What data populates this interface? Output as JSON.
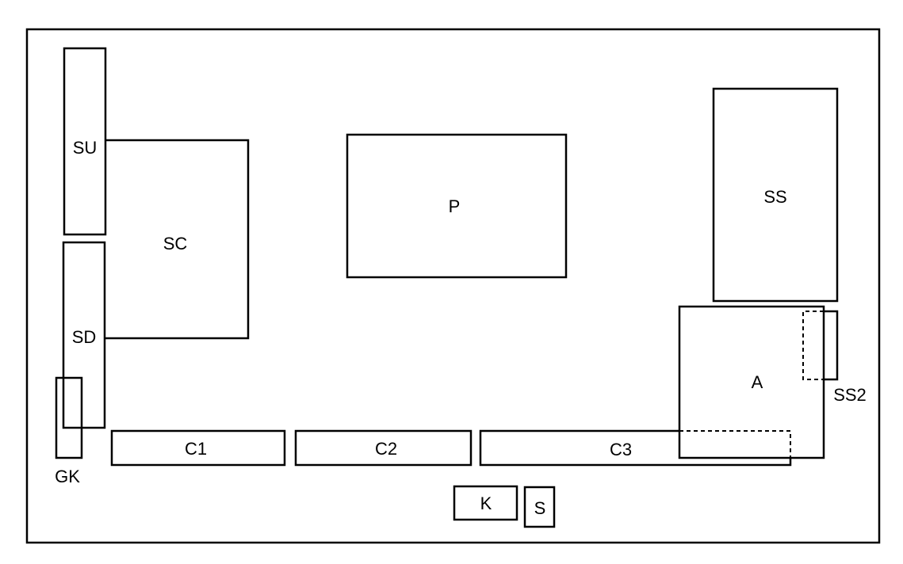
{
  "blocks": {
    "SU": "SU",
    "SD": "SD",
    "SC": "SC",
    "P": "P",
    "SS": "SS",
    "A": "A",
    "SS2": "SS2",
    "GK": "GK",
    "C1": "C1",
    "C2": "C2",
    "C3": "C3",
    "K": "K",
    "S": "S"
  }
}
